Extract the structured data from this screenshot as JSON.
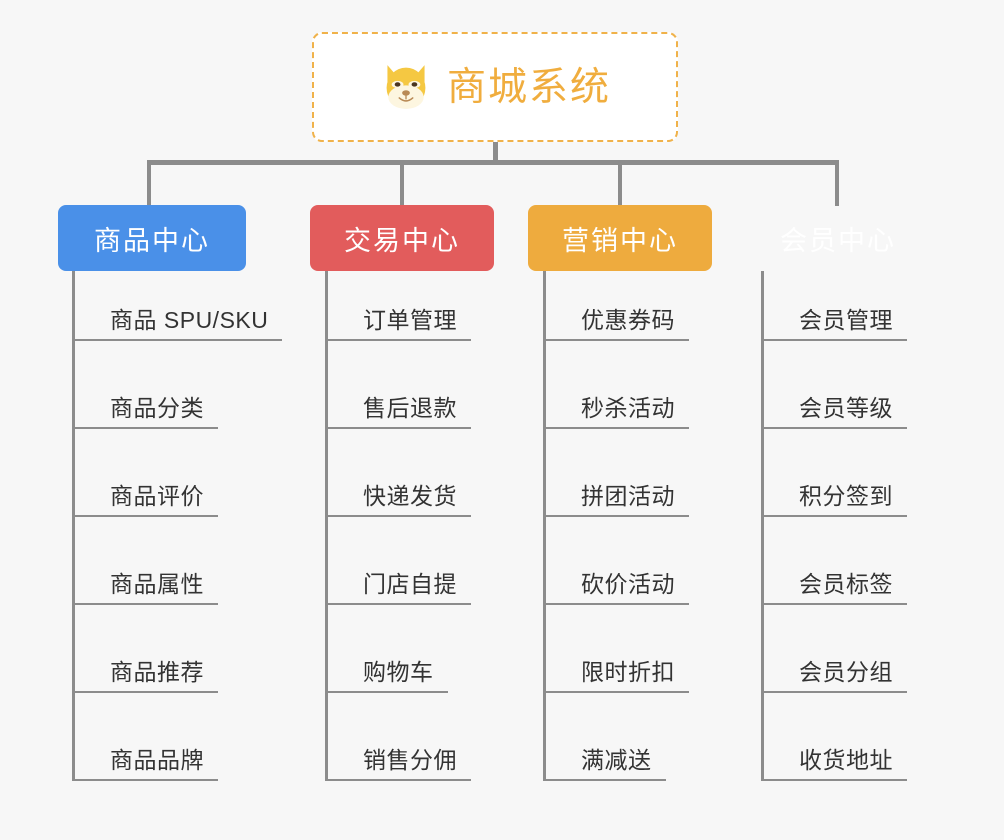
{
  "background_color": "#f7f7f7",
  "root": {
    "title": "商城系统",
    "icon": "shiba-dog-face-icon",
    "border_color": "#f0b24a",
    "text_color": "#f0ad3e",
    "fill_color": "#ffffff"
  },
  "connector_color": "#8c8c8c",
  "columns": [
    {
      "title": "商品中心",
      "color": "#4a90e8",
      "items": [
        "商品 SPU/SKU",
        "商品分类",
        "商品评价",
        "商品属性",
        "商品推荐",
        "商品品牌"
      ]
    },
    {
      "title": "交易中心",
      "color": "#e25c5c",
      "items": [
        "订单管理",
        "售后退款",
        "快递发货",
        "门店自提",
        "购物车",
        "销售分佣"
      ]
    },
    {
      "title": "营销中心",
      "color": "#eeab3e",
      "items": [
        "优惠券码",
        "秒杀活动",
        "拼团活动",
        "砍价活动",
        "限时折扣",
        "满减送"
      ]
    },
    {
      "title": "会员中心",
      "color": "#79c council",
      "items": [
        "会员管理",
        "会员等级",
        "积分签到",
        "会员标签",
        "会员分组",
        "收货地址"
      ]
    }
  ]
}
